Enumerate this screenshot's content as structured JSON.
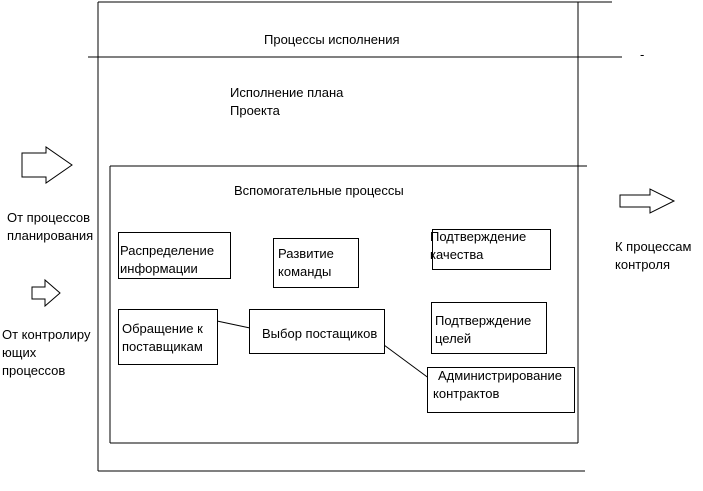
{
  "diagram": {
    "outer_title": "Процессы исполнения",
    "plan_execution": [
      "Исполнение плана",
      "Проекта"
    ],
    "support_title": "Вспомогательные процессы",
    "inputs": {
      "planning": [
        "От процессов",
        "планирования"
      ],
      "control": [
        "От контролиру",
        "ющих",
        "процессов"
      ]
    },
    "output": [
      "К процессам",
      "контроля"
    ],
    "boxes": {
      "distribution": [
        "Распределение",
        "информации"
      ],
      "team": [
        "Развитие",
        "команды"
      ],
      "quality": [
        "Подтверждение",
        "качества"
      ],
      "suppliers": [
        "Обращение к",
        "поставщикам"
      ],
      "selection": [
        "Выбор постащиков"
      ],
      "goals": [
        "Подтверждение",
        "целей"
      ],
      "contracts": [
        "Администрирование",
        "контрактов"
      ]
    },
    "stray_mark": "-"
  }
}
